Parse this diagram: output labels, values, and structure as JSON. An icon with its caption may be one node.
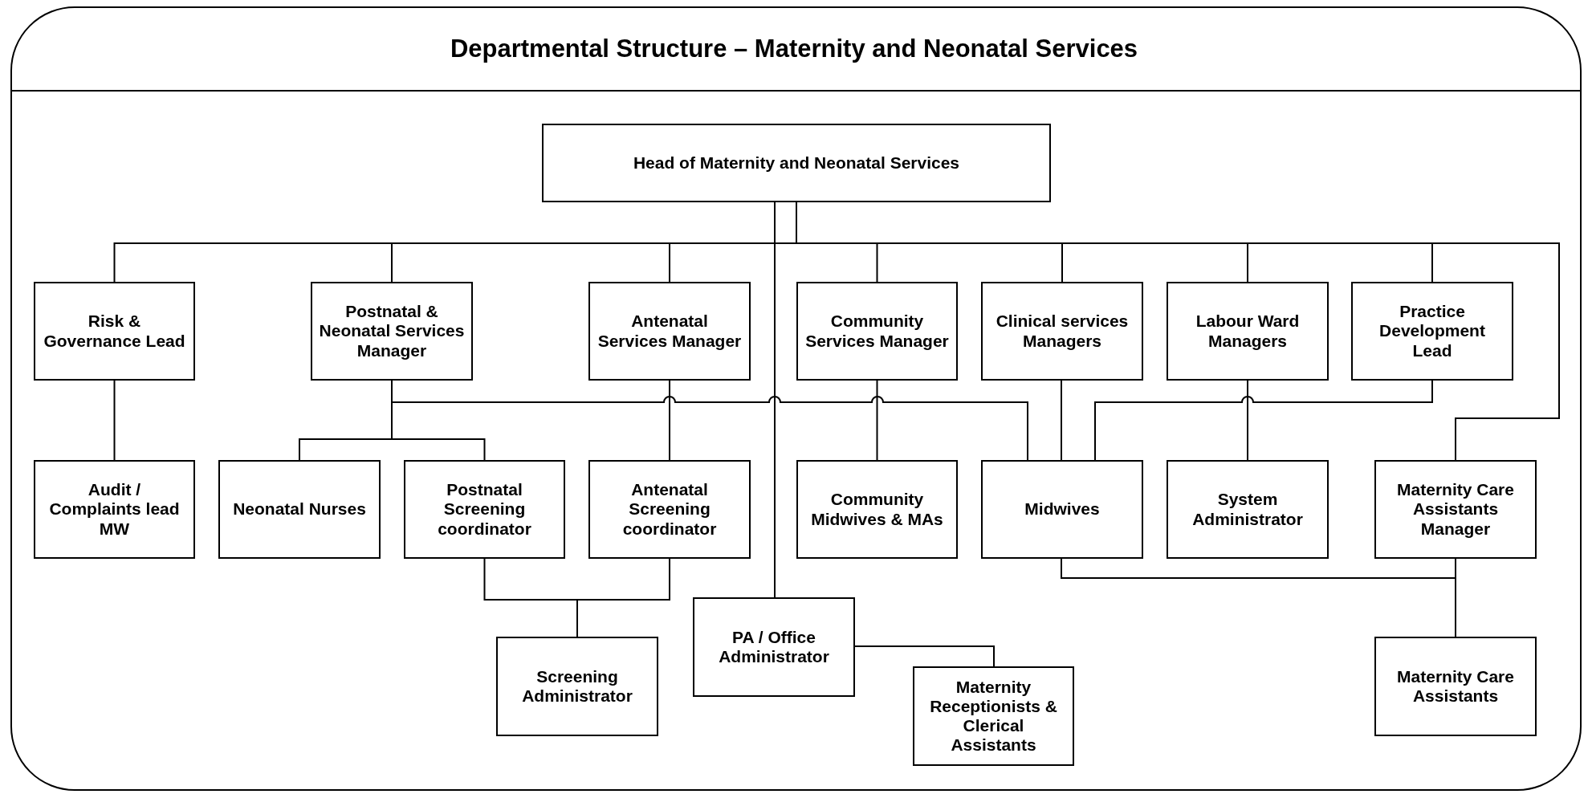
{
  "diagram": {
    "title": "Departmental Structure – Maternity and Neonatal Services",
    "nodes": [
      {
        "text": [
          "Head of Maternity and Neonatal Services"
        ]
      },
      {
        "text": [
          "Risk & Governance Lead"
        ]
      },
      {
        "text": [
          "Postnatal & Neonatal Services Manager"
        ]
      },
      {
        "text": [
          "Antenatal Services Manager"
        ]
      },
      {
        "text": [
          "Community Services Manager"
        ]
      },
      {
        "text": [
          "Clinical services Managers"
        ]
      },
      {
        "text": [
          "Labour Ward Managers"
        ]
      },
      {
        "text": [
          "Practice Development Lead"
        ]
      },
      {
        "text": [
          "Audit / Complaints lead MW"
        ]
      },
      {
        "text": [
          "Neonatal Nurses"
        ]
      },
      {
        "text": [
          "Postnatal Screening coordinator"
        ]
      },
      {
        "text": [
          "Antenatal Screening coordinator"
        ]
      },
      {
        "text": [
          "Community Midwives & MAs"
        ]
      },
      {
        "text": [
          "Midwives"
        ]
      },
      {
        "text": [
          "System Administrator"
        ]
      },
      {
        "text": [
          "Maternity Care Assistants Manager"
        ]
      },
      {
        "text": [
          "Screening Administrator"
        ]
      },
      {
        "text": [
          "PA / Office Administrator"
        ]
      },
      {
        "text": [
          "Maternity Receptionists & Clerical Assistants"
        ]
      },
      {
        "text": [
          "Maternity Care Assistants"
        ]
      }
    ],
    "edges": [
      {
        "from": 0,
        "to": 1,
        "arrow": "none"
      },
      {
        "from": 0,
        "to": 2,
        "arrow": "none"
      },
      {
        "from": 0,
        "to": 3,
        "arrow": "none"
      },
      {
        "from": 0,
        "to": 4,
        "arrow": "none"
      },
      {
        "from": 0,
        "to": 5,
        "arrow": "none"
      },
      {
        "from": 0,
        "to": 6,
        "arrow": "none"
      },
      {
        "from": 0,
        "to": 7,
        "arrow": "none"
      },
      {
        "from": 0,
        "to": 15,
        "arrow": "none"
      },
      {
        "from": 0,
        "to": 17,
        "arrow": "none"
      },
      {
        "from": 1,
        "to": 8,
        "arrow": "none"
      },
      {
        "from": 2,
        "to": 9,
        "arrow": "none"
      },
      {
        "from": 2,
        "to": 10,
        "arrow": "none"
      },
      {
        "from": 2,
        "to": 13,
        "arrow": "none"
      },
      {
        "from": 3,
        "to": 11,
        "arrow": "none"
      },
      {
        "from": 4,
        "to": 12,
        "arrow": "none"
      },
      {
        "from": 5,
        "to": 13,
        "arrow": "none"
      },
      {
        "from": 7,
        "to": 13,
        "arrow": "none"
      },
      {
        "from": 6,
        "to": 14,
        "arrow": "none"
      },
      {
        "from": 10,
        "to": 16,
        "arrow": "none"
      },
      {
        "from": 11,
        "to": 16,
        "arrow": "none"
      },
      {
        "from": 13,
        "to": 19,
        "arrow": "none"
      },
      {
        "from": 15,
        "to": 19,
        "arrow": "none"
      },
      {
        "from": 17,
        "to": 18,
        "arrow": "none"
      }
    ]
  }
}
